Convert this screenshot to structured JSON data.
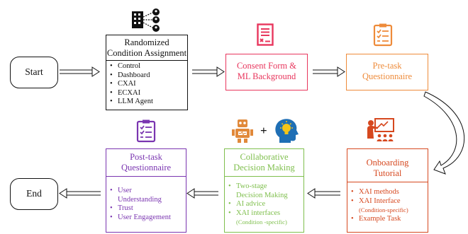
{
  "start_label": "Start",
  "end_label": "End",
  "assignment": {
    "title_line1": "Randomized",
    "title_line2": "Condition Assignment",
    "items": [
      "Control",
      "Dashboard",
      "CXAI",
      "ECXAI",
      "LLM Agent"
    ]
  },
  "consent": {
    "title_line1": "Consent Form &",
    "title_line2": "ML Background"
  },
  "pretask": {
    "title_line1": "Pre-task",
    "title_line2": "Questionnaire"
  },
  "onboarding": {
    "title_line1": "Onboarding",
    "title_line2": "Tutorial",
    "items": [
      {
        "text": "XAI methods",
        "note": ""
      },
      {
        "text": "XAI Interface",
        "note": "(Condition-specific)"
      },
      {
        "text": "Example Task",
        "note": ""
      }
    ]
  },
  "collab": {
    "title_line1": "Collaborative",
    "title_line2": "Decision Making",
    "items": [
      {
        "text": "Two-stage",
        "text2": "Decision Making",
        "note": ""
      },
      {
        "text": "AI advice",
        "text2": "",
        "note": ""
      },
      {
        "text": "XAI interfaces",
        "text2": "",
        "note": "(Condition -specific)"
      }
    ],
    "plus_symbol": "+"
  },
  "posttask": {
    "title_line1": "Post-task",
    "title_line2": "Questionnaire",
    "items": [
      {
        "text": "User",
        "text2": "Understanding"
      },
      {
        "text": "Trust",
        "text2": ""
      },
      {
        "text": "User Engagement",
        "text2": ""
      }
    ]
  },
  "colors": {
    "black": "#111111",
    "consent": "#e8365d",
    "pretask": "#ee8b3a",
    "onboarding": "#d6481f",
    "collab": "#7fbf4d",
    "posttask": "#7a35b0",
    "icon_blue": "#1f6fb5"
  },
  "icons": {
    "assignment": "building-network-icon",
    "consent": "form-document-icon",
    "pretask": "clipboard-checklist-icon",
    "onboarding": "teacher-presentation-icon",
    "collab_robot": "robot-icon",
    "collab_human": "human-head-lightbulb-icon",
    "posttask": "clipboard-checklist-icon"
  }
}
